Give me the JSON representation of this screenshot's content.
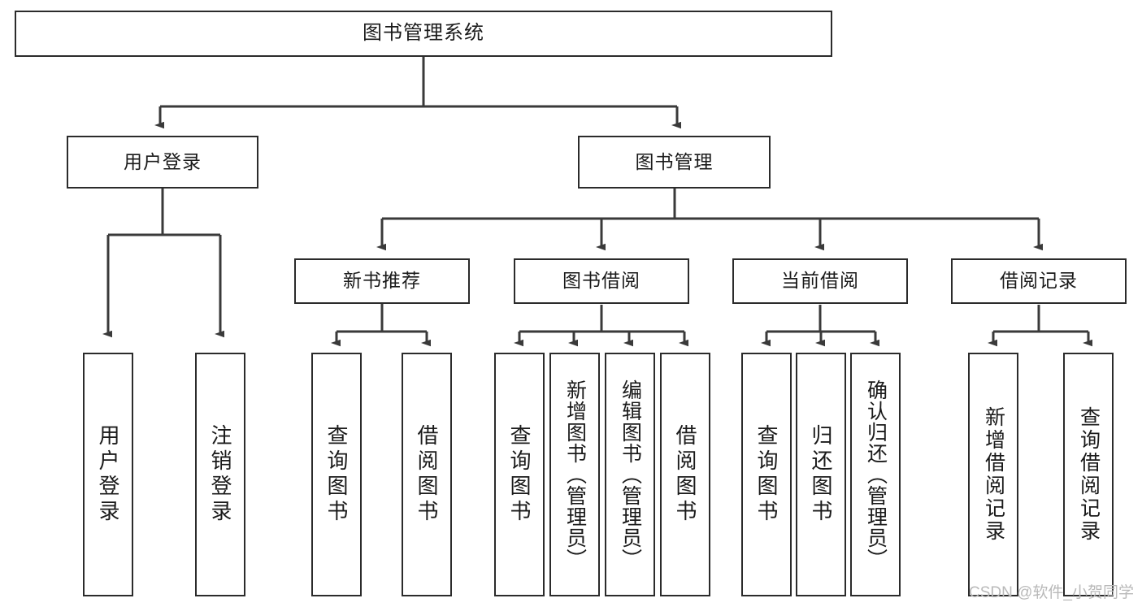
{
  "diagram": {
    "title": "图书管理系统",
    "type": "tree-hierarchy-chart",
    "root": {
      "id": "root",
      "label": "图书管理系统"
    },
    "level2": [
      {
        "id": "user-login",
        "label": "用户登录"
      },
      {
        "id": "book-management",
        "label": "图书管理"
      }
    ],
    "level3": [
      {
        "id": "new-book-recommend",
        "label": "新书推荐"
      },
      {
        "id": "book-borrow",
        "label": "图书借阅"
      },
      {
        "id": "current-borrow",
        "label": "当前借阅"
      },
      {
        "id": "borrow-record",
        "label": "借阅记录"
      }
    ],
    "leaves": {
      "user_login": [
        {
          "id": "leaf-user-login",
          "label": "用户登录"
        },
        {
          "id": "leaf-logout-login",
          "label": "注销登录"
        }
      ],
      "new_book_recommend": [
        {
          "id": "leaf-query-book-1",
          "label": "查询图书"
        },
        {
          "id": "leaf-borrow-book-1",
          "label": "借阅图书"
        }
      ],
      "book_borrow": [
        {
          "id": "leaf-query-book-2",
          "label": "查询图书"
        },
        {
          "id": "leaf-add-book",
          "label": "新增图书（管理员）"
        },
        {
          "id": "leaf-edit-book",
          "label": "编辑图书（管理员）"
        },
        {
          "id": "leaf-borrow-book-2",
          "label": "借阅图书"
        }
      ],
      "current_borrow": [
        {
          "id": "leaf-query-book-3",
          "label": "查询图书"
        },
        {
          "id": "leaf-return-book",
          "label": "归还图书"
        },
        {
          "id": "leaf-confirm-return",
          "label": "确认归还（管理员）"
        }
      ],
      "borrow_record": [
        {
          "id": "leaf-add-record",
          "label": "新增借阅记录"
        },
        {
          "id": "leaf-query-record",
          "label": "查询借阅记录"
        }
      ]
    }
  },
  "watermark": {
    "text": "CSDN @软件_小贺同学"
  },
  "colors": {
    "box_border": "#2b2b2b",
    "box_fill": "#ffffff",
    "connector": "#3a3a3a",
    "text": "#1a1a1a",
    "watermark": "#b9b9b9",
    "page_background": "#ffffff"
  }
}
